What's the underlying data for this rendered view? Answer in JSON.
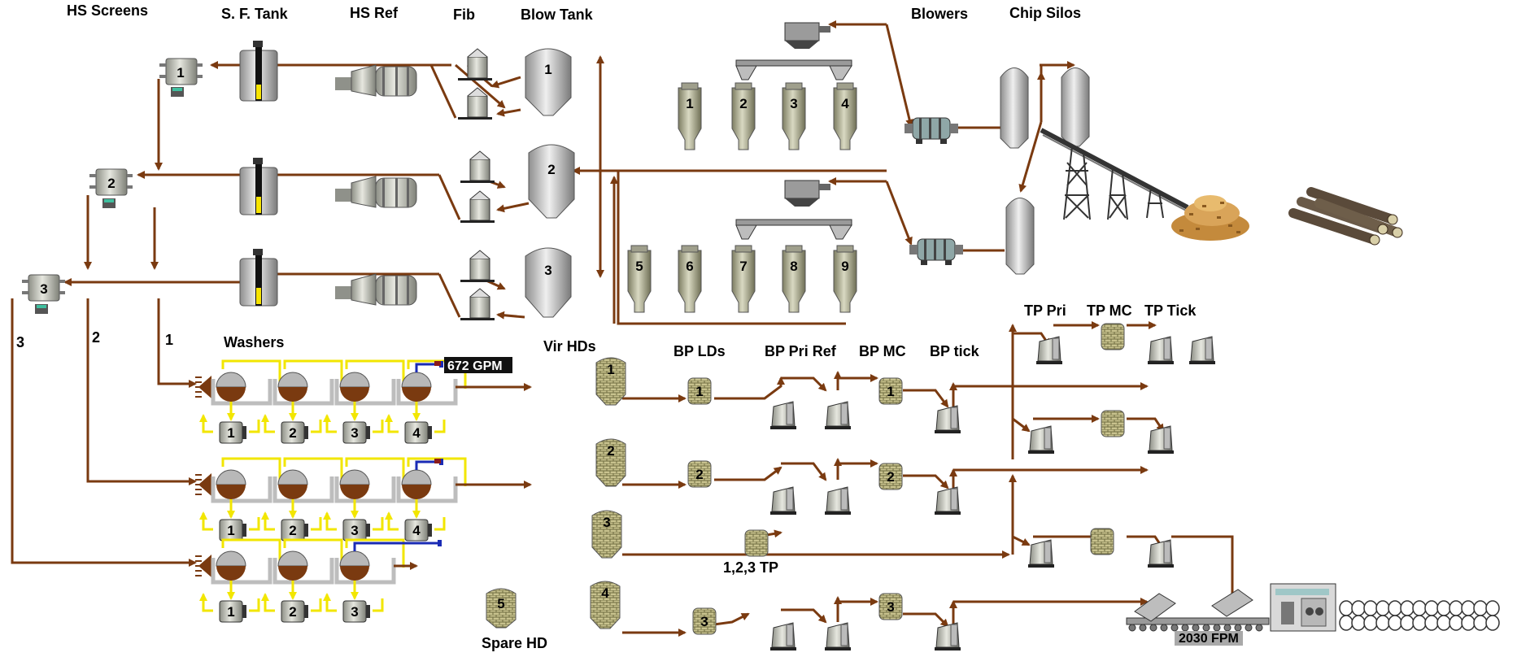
{
  "labels": {
    "hs_screens": "HS Screens",
    "sf_tank": "S. F. Tank",
    "hs_ref": "HS Ref",
    "fib": "Fib",
    "blow_tank": "Blow Tank",
    "blowers": "Blowers",
    "chip_silos": "Chip Silos",
    "washers": "Washers",
    "vir_hds": "Vir HDs",
    "bp_lds": "BP LDs",
    "bp_pri_ref": "BP Pri Ref",
    "bp_mc": "BP MC",
    "bp_tick": "BP tick",
    "tp_pri": "TP Pri",
    "tp_mc": "TP MC",
    "tp_tick": "TP Tick",
    "tp_123": "1,2,3 TP",
    "spare_hd": "Spare HD"
  },
  "readouts": {
    "gpm": "672 GPM",
    "fpm": "2030 FPM"
  },
  "line_numbers": [
    "3",
    "2",
    "1"
  ],
  "screen_numbers": [
    "1",
    "2",
    "3"
  ],
  "blow_tank_numbers": [
    "1",
    "2",
    "3"
  ],
  "hopper_numbers": [
    "1",
    "2",
    "3",
    "4",
    "5",
    "6",
    "7",
    "8",
    "9"
  ],
  "washer_numbers": [
    "1",
    "2",
    "3",
    "4"
  ],
  "vir_hd_numbers": [
    "1",
    "2",
    "3",
    "4",
    "5"
  ],
  "ld_numbers": [
    "1",
    "2",
    "3"
  ],
  "colors": {
    "flow": "#7a3a10",
    "steam": "#f2e600",
    "water": "#1a2bb5",
    "equipment": "#b9bba8",
    "tower": "#b3a872"
  }
}
